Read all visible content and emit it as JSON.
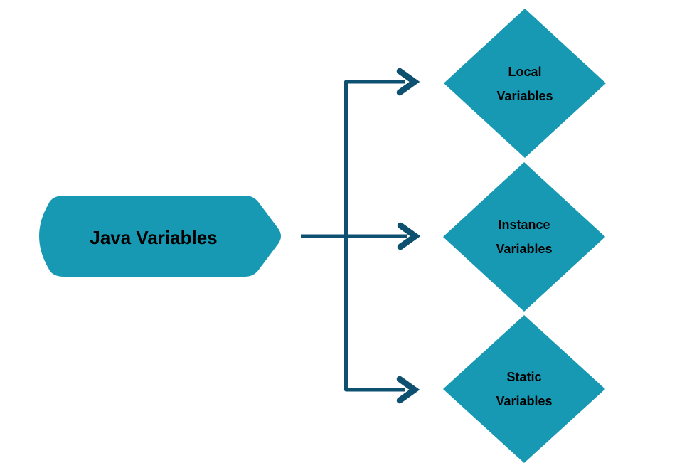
{
  "diagram": {
    "colors": {
      "background": "#ffffff",
      "shape_fill": "#1799b4",
      "connector": "#0e506f",
      "label_text": "#000000"
    },
    "root_node": {
      "label": "Java Variables"
    },
    "branch_nodes": [
      {
        "line1": "Local",
        "line2": "Variables"
      },
      {
        "line1": "Instance",
        "line2": "Variables"
      },
      {
        "line1": "Static",
        "line2": "Variables"
      }
    ]
  }
}
